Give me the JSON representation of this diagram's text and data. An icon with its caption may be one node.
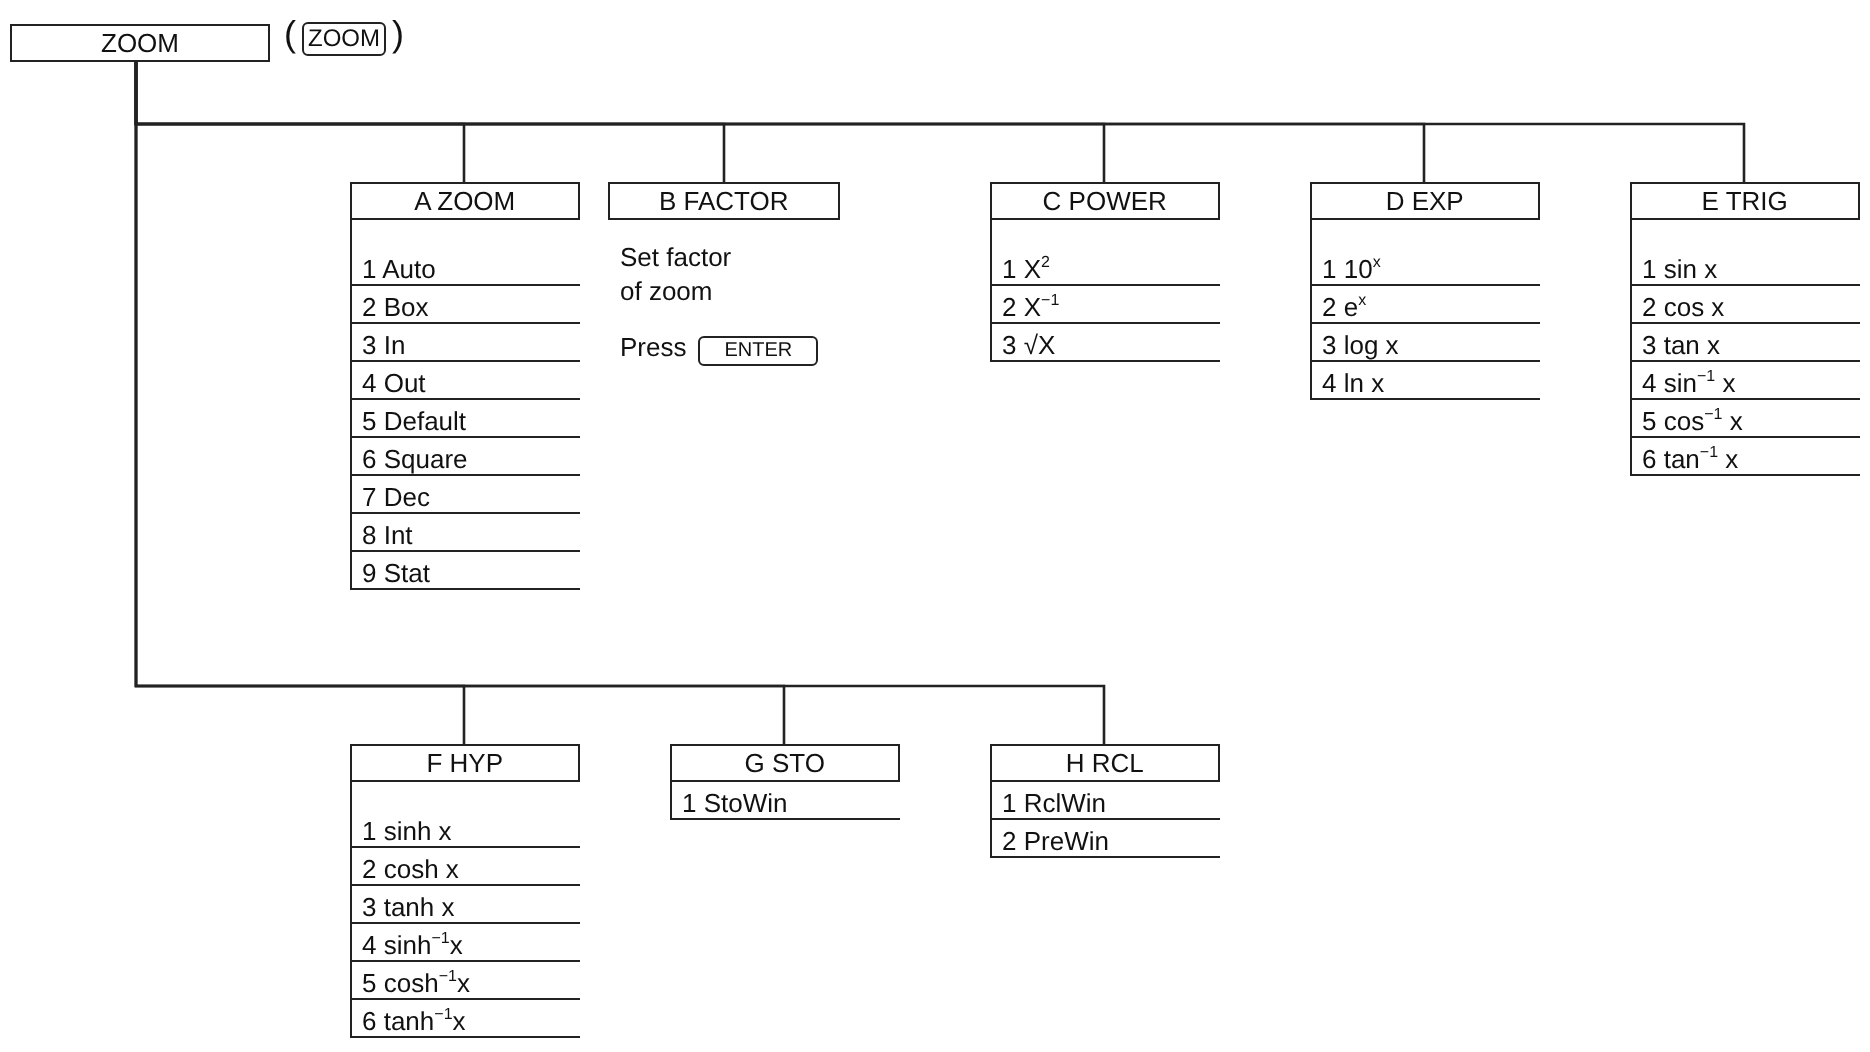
{
  "diagram": {
    "nodes": [
      {
        "text": [
          "ZOOM"
        ],
        "beside": [
          "(",
          "ZOOM",
          ")"
        ]
      },
      {
        "text": [
          "A ZOOM",
          "1 Auto",
          "2 Box",
          "3 In",
          "4 Out",
          "5 Default",
          "6 Square",
          "7 Dec",
          "8 Int",
          "9 Stat"
        ]
      },
      {
        "text": [
          "B FACTOR",
          "Set factor of zoom",
          "Press",
          "ENTER"
        ]
      },
      {
        "text": [
          "C POWER",
          "1 X$^{2}$",
          "2 X$^{−1}$",
          "3 √X"
        ]
      },
      {
        "text": [
          "D EXP",
          "1 10$^{x}$",
          "2 e$^{x}$",
          "3 log x",
          "4 ln x"
        ]
      },
      {
        "text": [
          "E TRIG",
          "1 sin x",
          "2 cos x",
          "3 tan x",
          "4 sin$^{−1}$ x",
          "5 cos$^{−1}$ x",
          "6 tan$^{−1}$ x"
        ]
      },
      {
        "text": [
          "F HYP",
          "1 sinh x",
          "2 cosh x",
          "3 tanh x",
          "4 sinh$^{−1}$x",
          "5 cosh$^{−1}$x",
          "6 tanh$^{−1}$x"
        ]
      },
      {
        "text": [
          "G STO",
          "1 StoWin"
        ]
      },
      {
        "text": [
          "H RCL",
          "1 RclWin",
          "2 PreWin"
        ]
      }
    ],
    "edges": [
      {
        "from": 0,
        "to": 1,
        "arrow": "none"
      },
      {
        "from": 0,
        "to": 2,
        "arrow": "none"
      },
      {
        "from": 0,
        "to": 3,
        "arrow": "none"
      },
      {
        "from": 0,
        "to": 4,
        "arrow": "none"
      },
      {
        "from": 0,
        "to": 5,
        "arrow": "none"
      },
      {
        "from": 0,
        "to": 6,
        "arrow": "none"
      },
      {
        "from": 0,
        "to": 7,
        "arrow": "none"
      },
      {
        "from": 0,
        "to": 8,
        "arrow": "none"
      }
    ]
  }
}
